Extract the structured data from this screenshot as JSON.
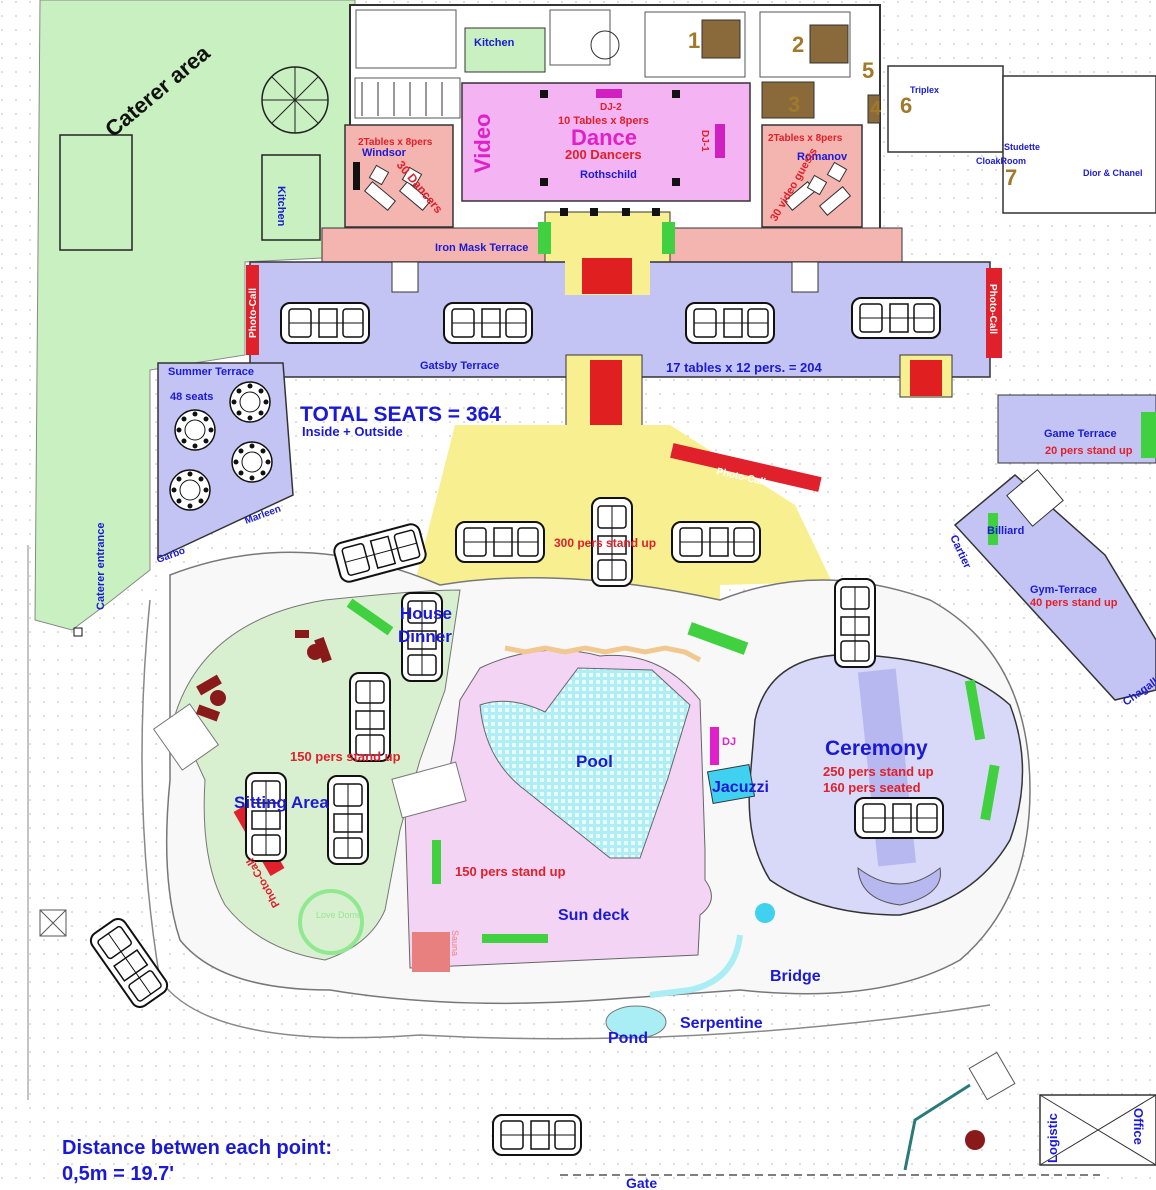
{
  "areas": {
    "caterer_area": "Caterer area",
    "caterer_entrance": "Caterer entrance",
    "kitchen_top": "Kitchen",
    "kitchen_left": "Kitchen",
    "dance_tables": "10 Tables x 8pers",
    "dance": "Dance",
    "dance_count": "200 Dancers",
    "rothschild": "Rothschild",
    "dj2": "DJ-2",
    "dj1": "DJ-1",
    "video": "Video",
    "windsor_tables": "2Tables x 8pers",
    "windsor": "Windsor",
    "windsor_dancers": "30 Dancers",
    "romanov_tables": "2Tables x 8pers",
    "romanov": "Romanov",
    "romanov_guests": "30 video guests",
    "iron_mask": "Iron Mask Terrace",
    "gatsby": "Gatsby Terrace",
    "gatsby_tables": "17 tables x 12 pers. = 204",
    "photo_call_left": "Photo-Call",
    "photo_call_right": "Photo-Call",
    "photo_call_mid": "Photo-Call",
    "photo_call_lower": "Photo-Call",
    "summer_terrace": "Summer Terrace",
    "summer_seats": "48 seats",
    "garbo": "Garbo",
    "marleen": "Marleen",
    "total_seats": "TOTAL SEATS = 364",
    "inside_outside": "Inside + Outside",
    "stand_300": "300 pers stand up",
    "game_terrace": "Game Terrace",
    "game_stand": "20 pers stand up",
    "cartier": "Cartier",
    "billiard": "Billiard",
    "gym_terrace": "Gym-Terrace",
    "gym_stand": "40 pers stand up",
    "chagall": "Chagall",
    "triplex": "Triplex",
    "studette": "Studette",
    "cloakroom": "CloakRoom",
    "dior": "Dior & Chanel",
    "house_partial": "House",
    "dinner_partial": "Dinner",
    "stand_150_left": "150 pers stand up",
    "sitting": "Sitting Area",
    "love_dome": "Love Dome",
    "pool": "Pool",
    "jacuzzi": "Jacuzzi",
    "dj": "DJ",
    "stand_150_sundeck": "150 pers stand up",
    "sun_deck": "Sun deck",
    "sauna": "Sauna",
    "ceremony": "Ceremony",
    "ceremony_stand": "250 pers stand up",
    "ceremony_seated": "160 pers seated",
    "bridge": "Bridge",
    "serpentine": "Serpentine",
    "pond": "Pond",
    "gate": "Gate",
    "logistic": "Logistic",
    "office": "Office",
    "distance_line1": "Distance betwen each point:",
    "distance_line2": "0,5m = 19.7'"
  },
  "room_numbers": [
    "1",
    "2",
    "3",
    "4",
    "5",
    "6",
    "7"
  ],
  "colors": {
    "caterer_green": "#c8f0c0",
    "terrace_lavender": "#c4c4f4",
    "dance_pink": "#f4b4f4",
    "room_salmon": "#f4b4b0",
    "yellow_zone": "#f8f090",
    "pool_water": "#a8eef4",
    "sundeck_pink": "#f4d4f4",
    "ceremony_lilac": "#d8d8f8",
    "label_blue": "#1a1ad6",
    "label_red": "#e0202a",
    "room_gold": "#a07a2a"
  }
}
